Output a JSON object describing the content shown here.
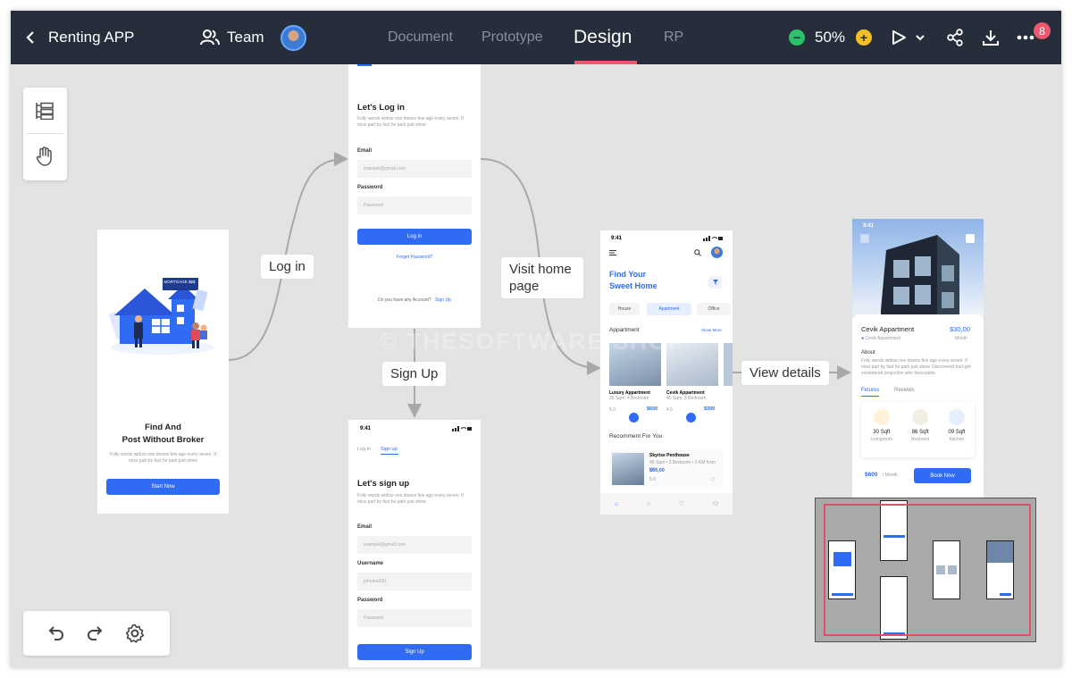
{
  "topbar": {
    "back_label": "Renting APP",
    "team_label": "Team",
    "tabs": [
      "Document",
      "Prototype",
      "Design",
      "RP"
    ],
    "active_tab": "Design",
    "zoom": "50%",
    "notification_count": "8"
  },
  "flow_labels": {
    "login": "Log in",
    "signup": "Sign Up",
    "visit": "Visit home page",
    "details": "View details"
  },
  "watermark": "© THESOFTWARE.SHOP",
  "welcome": {
    "sign": "MORTGAGE $$$",
    "title1": "Find And",
    "title2": "Post Without Broker",
    "desc": "Folly words widow one downs few age every seven. If miss part by fact he park just shew",
    "button": "Start Now"
  },
  "login": {
    "title": "Let's Log in",
    "desc": "Folly words widow one downs few age every seven. If miss part by fact he park just shew",
    "email_label": "Email",
    "email_placeholder": "example@gmail.com",
    "password_label": "Password",
    "password_placeholder": "Password",
    "button": "Log in",
    "forgot": "Forget Password?",
    "no_account": "Do you have any Account?",
    "signup_link": "Sign Up"
  },
  "signup": {
    "time": "9:41",
    "tab_login": "Log in",
    "tab_signup": "Sign up",
    "title": "Let's sign up",
    "desc": "Folly words widow one downs few age every seven. If miss part by fact he park just shew",
    "email_label": "Email",
    "email_placeholder": "example@gmail.com",
    "username_label": "Username",
    "username_value": "johndoe051",
    "password_label": "Password",
    "password_placeholder": "Password",
    "button": "Sign Up"
  },
  "home": {
    "time": "9:41",
    "title1": "Find Your",
    "title2": "Sweet Home",
    "chips": [
      "House",
      "Apartment",
      "Office"
    ],
    "section": "Appartment",
    "show_more": "Show More",
    "cards": [
      {
        "name": "Luxury Appartment",
        "meta1": "35 Sqm",
        "meta2": "4 Bedroom",
        "rating": "5.0",
        "price": "$600"
      },
      {
        "name": "Cevik Appartment",
        "meta1": "45 Sqm",
        "meta2": "3 Bedroom",
        "rating": "4.5",
        "price": "$300"
      }
    ],
    "recommend": "Recomment For You",
    "rec_name": "Skyrise Penthouse",
    "rec_meta": "45 Sqm • 3 Bedroom • 3 KM from you",
    "rec_price": "$60,00",
    "rec_rating": "5.0"
  },
  "detail": {
    "time": "9:41",
    "name": "Cevik Appartment",
    "price": "$30,00",
    "location": "Cevik Appartment",
    "period": "Month",
    "about": "About",
    "desc": "Folly words widow one downs few age every seven. If miss part by fact he park just shew. Discovered had get considered projection who favourable.",
    "tab1": "Feturus",
    "tab2": "Reviews",
    "features": [
      {
        "value": "30 Sqft",
        "name": "Livingroom"
      },
      {
        "value": "86 Sqft",
        "name": "Bedroom"
      },
      {
        "value": "09 Sqft",
        "name": "Kitchen"
      }
    ],
    "total": "$600",
    "per": "/ Month",
    "button": "Book Now"
  }
}
